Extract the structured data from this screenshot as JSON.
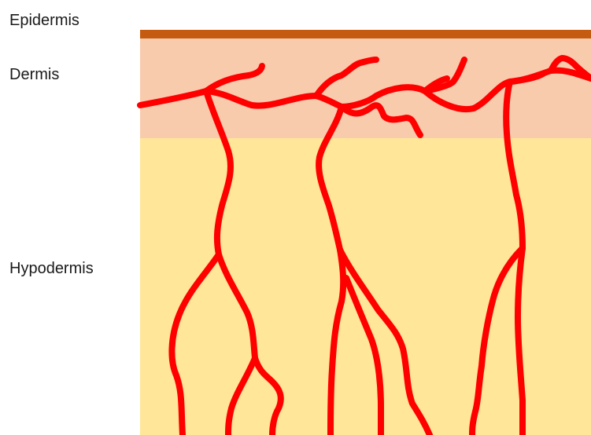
{
  "labels": {
    "epidermis": "Epidermis",
    "dermis": "Dermis",
    "hypodermis": "Hypodermis"
  },
  "colors": {
    "epidermis": "#c55a11",
    "dermis": "#f8cbad",
    "hypodermis": "#ffe699",
    "vessel": "#ff0000"
  }
}
